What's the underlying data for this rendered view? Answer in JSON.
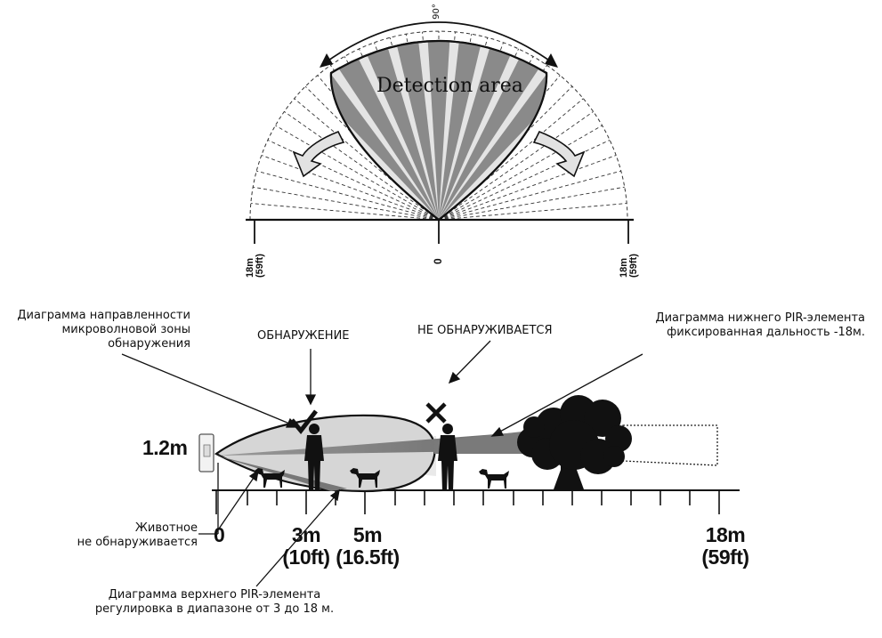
{
  "top_view": {
    "angle": "90°",
    "detection_area": "Detection area",
    "left_range": [
      "18m",
      "(59ft)"
    ],
    "center": "0",
    "right_range": [
      "18m",
      "(59ft)"
    ]
  },
  "side_view": {
    "microwave_label": [
      "Диаграмма направленности",
      "микроволновой зоны",
      "обнаружения"
    ],
    "detected": "ОБНАРУЖЕНИЕ",
    "not_detected": "НЕ ОБНАРУЖИВАЕТСЯ",
    "lower_pir": [
      "Диаграмма нижнего PIR-элемента",
      "фиксированная дальность -18м."
    ],
    "mount_height": "1.2m",
    "animal": [
      "Животное",
      "не обнаруживается"
    ],
    "upper_pir": [
      "Диаграмма верхнего PIR-элемента",
      "регулировка в диапазоне от 3 до 18 м."
    ],
    "dist_0": "0",
    "dist_3": [
      "3m",
      "(10ft)"
    ],
    "dist_5": [
      "5m",
      "(16.5ft)"
    ],
    "dist_18": [
      "18m",
      "(59ft)"
    ]
  },
  "colors": {
    "beam_dark": "#8a8a8a",
    "lobe": "#d4d4d4",
    "silhouette": "#111111"
  }
}
